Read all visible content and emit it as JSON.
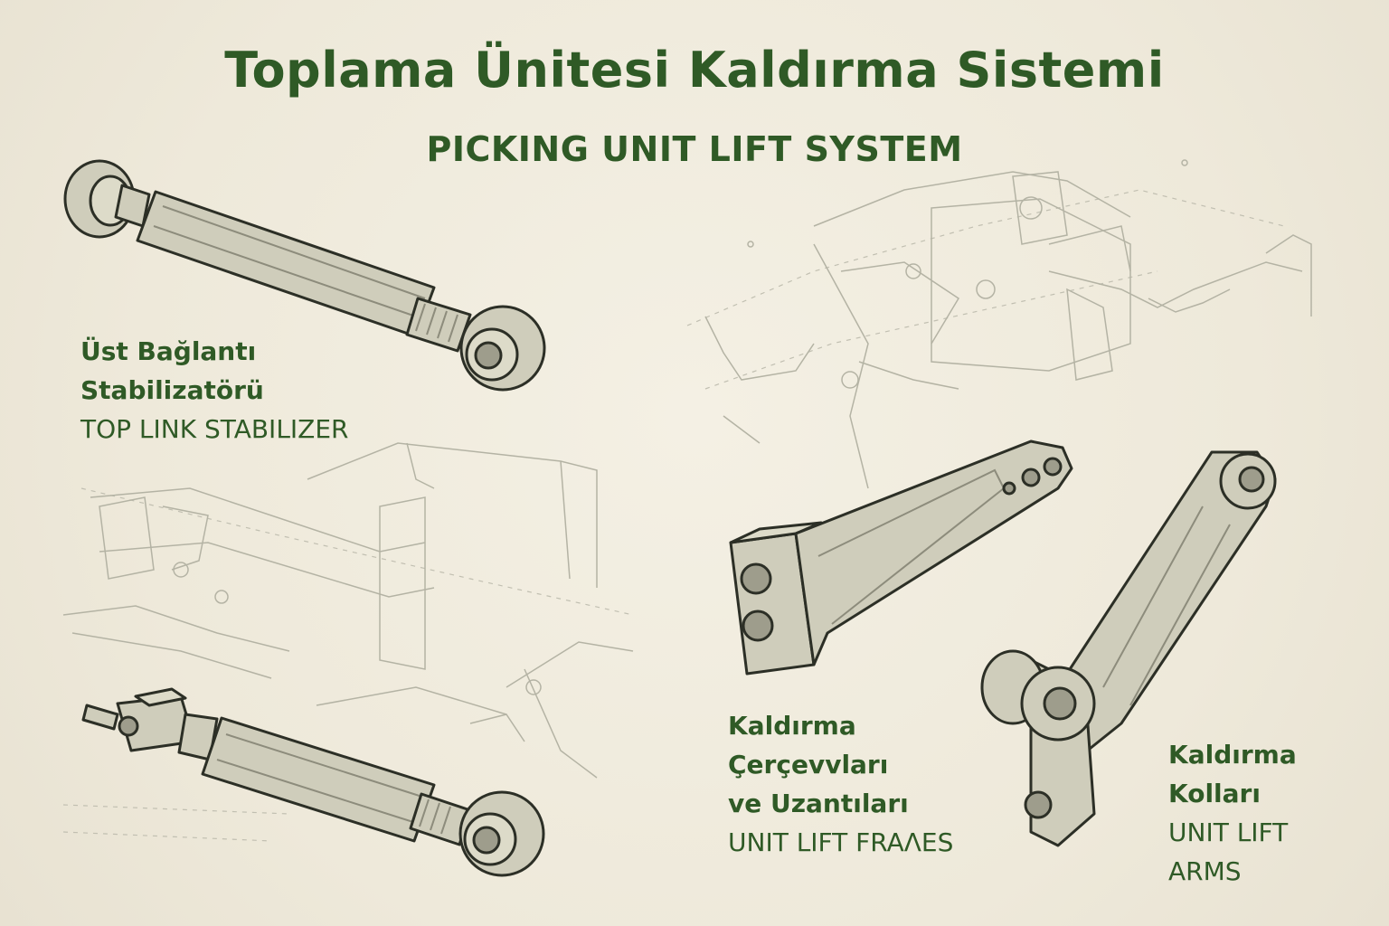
{
  "title": {
    "turkish": "Toplama Ünitesi Kaldırma Sistemi",
    "english": "PICKING UNIT LIFT SYSTEM"
  },
  "labels": {
    "top_link_stabilizer": {
      "turkish_line1": "Üst Bağlantı",
      "turkish_line2": "Stabilizatörü",
      "english": "TOP LINK STABILIZER"
    },
    "unit_lift_frames": {
      "turkish_line1": "Kaldırma",
      "turkish_line2": "Çerçevvları",
      "turkish_line3": "ve Uzantıları",
      "english": "UNIT LIFT FRAΛES"
    },
    "unit_lift_arms": {
      "turkish_line1": "Kaldırma",
      "turkish_line2": "Kolları",
      "english_line1": "UNIT LIFT",
      "english_line2": "ARMS"
    }
  },
  "colors": {
    "background": "#efeadc",
    "heading_green": "#2f5a26",
    "part_fill": "#cfcdbb",
    "outline": "#2c2f26",
    "ghost_sketch": "#b4b3a4"
  }
}
